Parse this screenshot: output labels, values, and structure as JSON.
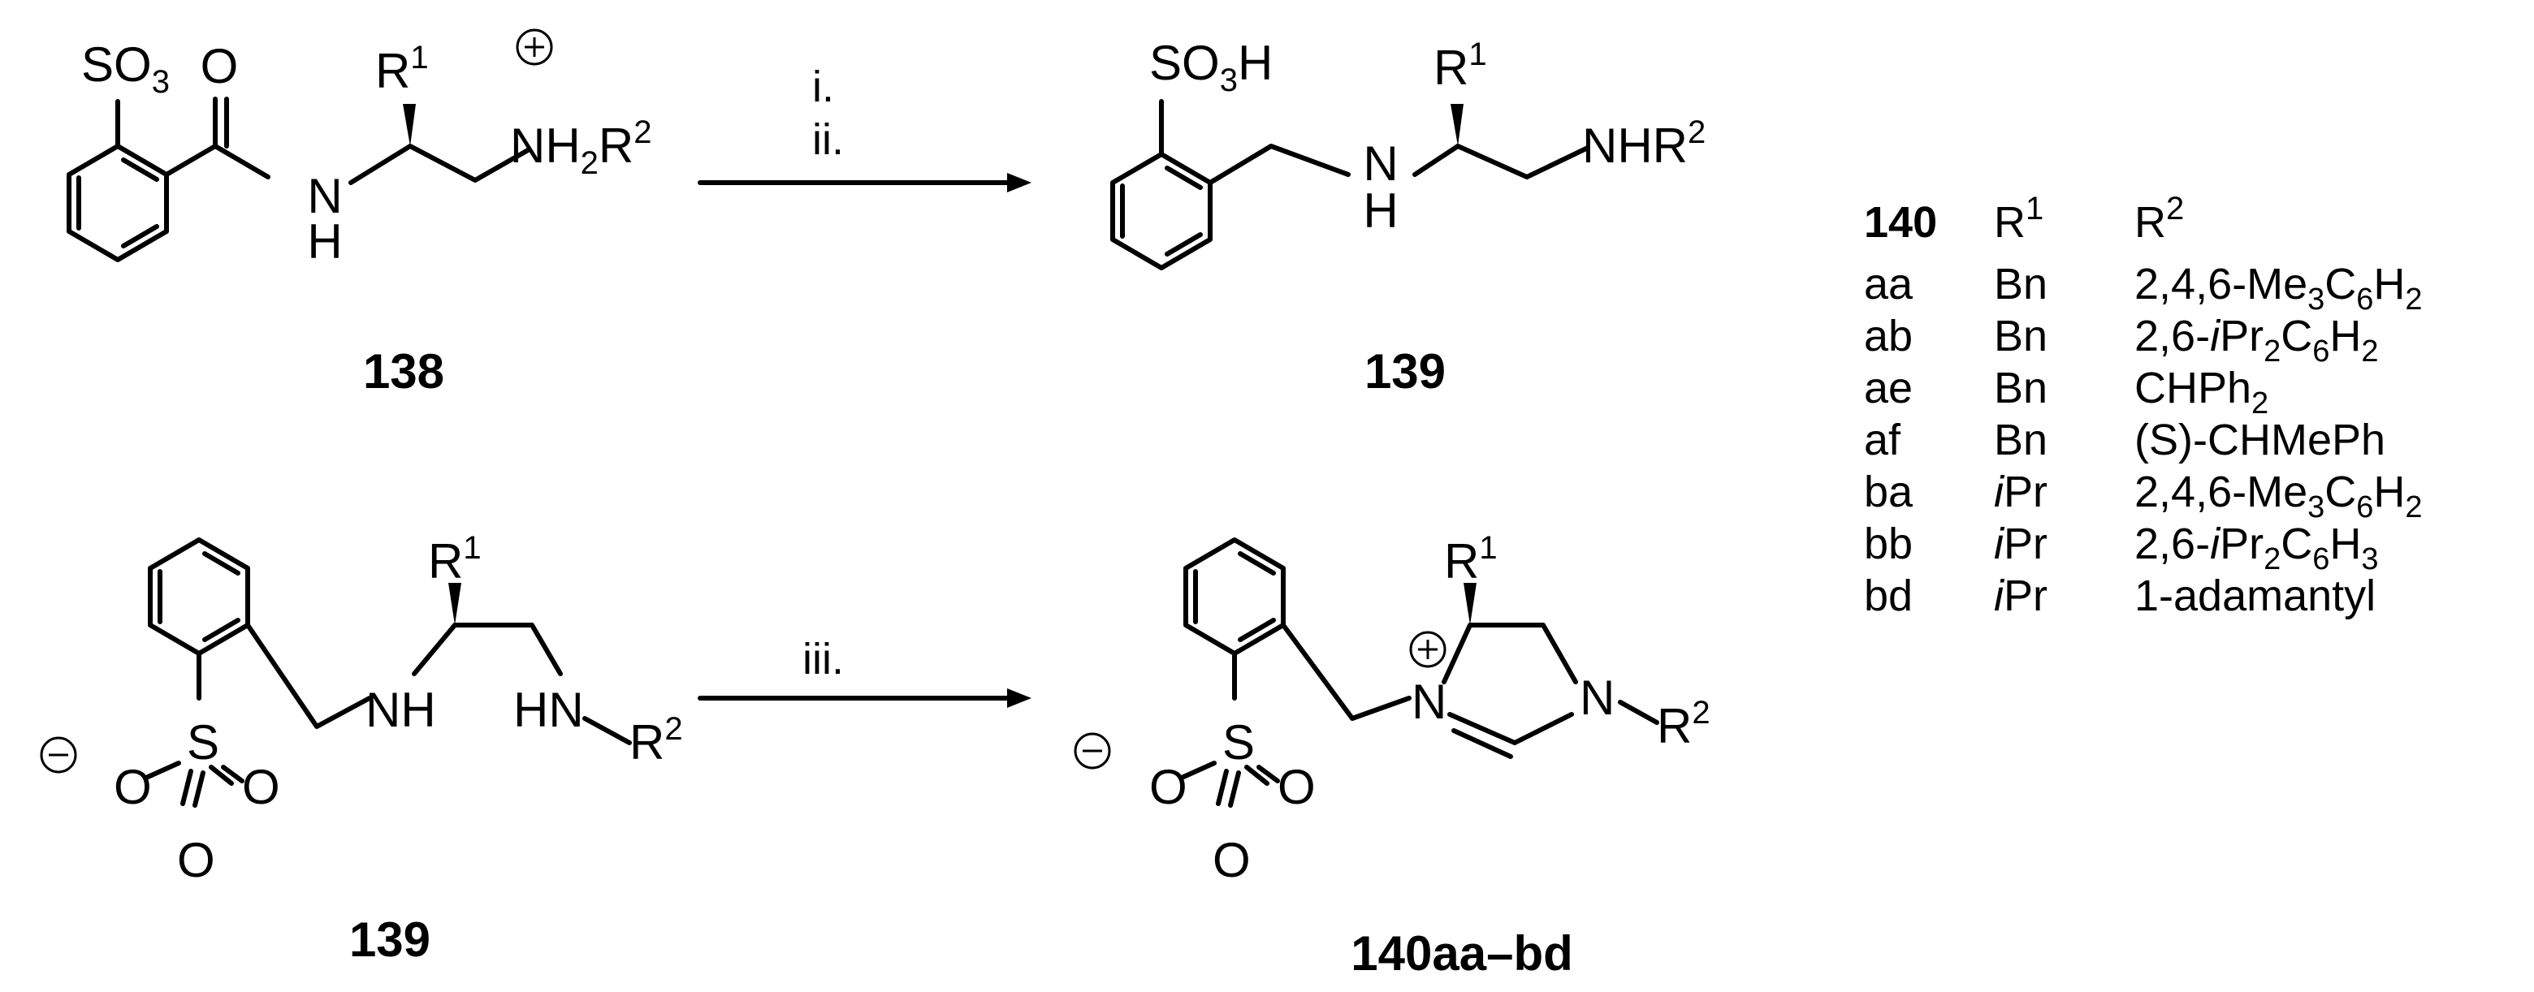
{
  "compounds": {
    "c138": "138",
    "c139_top": "139",
    "c139_bottom": "139",
    "c140": "140aa–bd"
  },
  "conditions": {
    "step_i": "i.",
    "step_ii": "ii.",
    "step_iii": "iii."
  },
  "atoms": {
    "so3": "SO",
    "so3_sub": "3",
    "so3h_s": "SO",
    "so3h_sub": "3",
    "so3h_h": "H",
    "o": "O",
    "s": "S",
    "nh": "NH",
    "n": "N",
    "h": "H",
    "hn": "HN",
    "nh2": "NH",
    "nh2_sub": "2",
    "nhr": "NHR",
    "r": "R",
    "one": "1",
    "two": "2",
    "plus": "+",
    "minus": "−"
  },
  "table": {
    "title": "140",
    "col_r1": "R",
    "col_r1_sup": "1",
    "col_r2": "R",
    "col_r2_sup": "2",
    "rows": [
      {
        "id": "aa",
        "r1": "Bn",
        "r1_italic": "",
        "r2_parts": [
          [
            "2,4,6-Me",
            ""
          ],
          [
            "3",
            "sub"
          ],
          [
            "C",
            ""
          ],
          [
            "6",
            "sub"
          ],
          [
            "H",
            ""
          ],
          [
            "2",
            "sub"
          ]
        ]
      },
      {
        "id": "ab",
        "r1": "Bn",
        "r1_italic": "",
        "r2_parts": [
          [
            "2,6-",
            ""
          ],
          [
            "i",
            "it"
          ],
          [
            "Pr",
            ""
          ],
          [
            "2",
            "sub"
          ],
          [
            "C",
            ""
          ],
          [
            "6",
            "sub"
          ],
          [
            "H",
            ""
          ],
          [
            "2",
            "sub"
          ]
        ]
      },
      {
        "id": "ae",
        "r1": "Bn",
        "r1_italic": "",
        "r2_parts": [
          [
            "CHPh",
            ""
          ],
          [
            "2",
            "sub"
          ]
        ]
      },
      {
        "id": "af",
        "r1": "Bn",
        "r1_italic": "",
        "r2_parts": [
          [
            "(S)-CHMePh",
            ""
          ]
        ]
      },
      {
        "id": "ba",
        "r1": "Pr",
        "r1_italic": "i",
        "r2_parts": [
          [
            "2,4,6-Me",
            ""
          ],
          [
            "3",
            "sub"
          ],
          [
            "C",
            ""
          ],
          [
            "6",
            "sub"
          ],
          [
            "H",
            ""
          ],
          [
            "2",
            "sub"
          ]
        ]
      },
      {
        "id": "bb",
        "r1": "Pr",
        "r1_italic": "i",
        "r2_parts": [
          [
            "2,6-",
            ""
          ],
          [
            "i",
            "it"
          ],
          [
            "Pr",
            ""
          ],
          [
            "2",
            "sub"
          ],
          [
            "C",
            ""
          ],
          [
            "6",
            "sub"
          ],
          [
            "H",
            ""
          ],
          [
            "3",
            "sub"
          ]
        ]
      },
      {
        "id": "bd",
        "r1": "Pr",
        "r1_italic": "i",
        "r2_parts": [
          [
            "1-adamantyl",
            ""
          ]
        ]
      }
    ]
  }
}
